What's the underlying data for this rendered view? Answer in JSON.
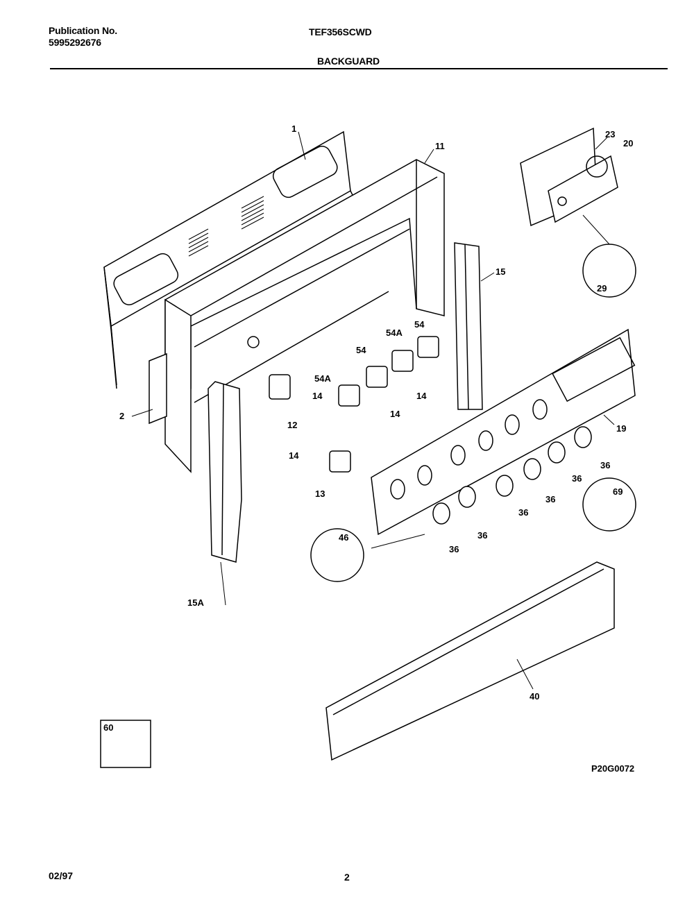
{
  "header": {
    "publication_label": "Publication No.",
    "publication_number": "5995292676",
    "model": "TEF356SCWD",
    "section": "BACKGUARD"
  },
  "footer": {
    "date": "02/97",
    "page": "2"
  },
  "drawing_code": "P20G0072",
  "callouts": {
    "c1": "1",
    "c11": "11",
    "c23": "23",
    "c20": "20",
    "c15": "15",
    "c29": "29",
    "c2": "2",
    "c54a_left": "54A",
    "c54_left": "54",
    "c54a_right": "54A",
    "c54_right": "54",
    "c14_a": "14",
    "c14_b": "14",
    "c14_c": "14",
    "c14_d": "14",
    "c12": "12",
    "c13": "13",
    "c19": "19",
    "c36_a": "36",
    "c36_b": "36",
    "c36_c": "36",
    "c36_d": "36",
    "c36_e": "36",
    "c36_f": "36",
    "c69": "69",
    "c46": "46",
    "c15a": "15A",
    "c40": "40",
    "c60": "60"
  }
}
